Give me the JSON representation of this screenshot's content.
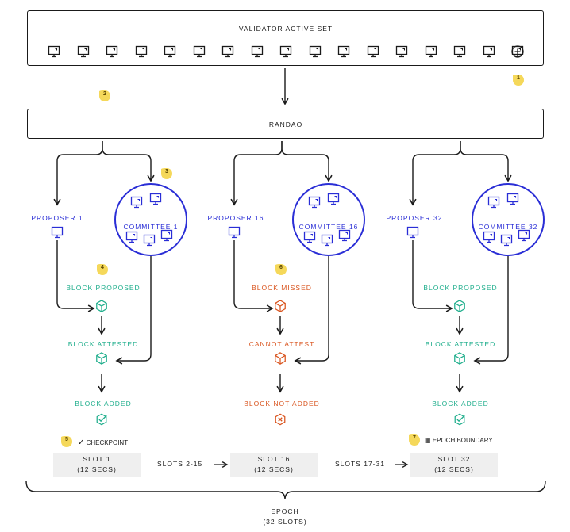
{
  "validator_set": {
    "title": "VALIDATOR ACTIVE SET",
    "validator_count": 17,
    "add_icon": "plus-circle-icon"
  },
  "randao": {
    "title": "RANDAO"
  },
  "columns": [
    {
      "proposer": "PROPOSER 1",
      "committee": "COMMITTEE 1",
      "block_status": "BLOCK PROPOSED",
      "attest_status": "BLOCK ATTESTED",
      "result": "BLOCK ADDED",
      "state": "ok"
    },
    {
      "proposer": "PROPOSER 16",
      "committee": "COMMITTEE 16",
      "block_status": "BLOCK MISSED",
      "attest_status": "CANNOT ATTEST",
      "result": "BLOCK NOT ADDED",
      "state": "missed"
    },
    {
      "proposer": "PROPOSER 32",
      "committee": "COMMITTEE 32",
      "block_status": "BLOCK PROPOSED",
      "attest_status": "BLOCK ATTESTED",
      "result": "BLOCK ADDED",
      "state": "ok"
    }
  ],
  "slots": [
    {
      "name": "SLOT 1",
      "duration": "(12 SECS)"
    },
    {
      "name": "SLOT 16",
      "duration": "(12 SECS)"
    },
    {
      "name": "SLOT 32",
      "duration": "(12 SECS)"
    }
  ],
  "between_slots": [
    "SLOTS 2-15",
    "SLOTS 17-31"
  ],
  "notes": {
    "checkpoint": "CHECKPOINT",
    "epoch_boundary": "EPOCH BOUNDARY"
  },
  "epoch": {
    "title": "EPOCH",
    "length": "(32 SLOTS)"
  },
  "badges": [
    "1",
    "2",
    "3",
    "4",
    "5",
    "6",
    "7"
  ],
  "colors": {
    "blue": "#2a2ed6",
    "green": "#1fae8c",
    "red": "#d9541e",
    "badge": "#f5d85a",
    "line": "#1a1a1a",
    "slot_bg": "#efefef"
  }
}
